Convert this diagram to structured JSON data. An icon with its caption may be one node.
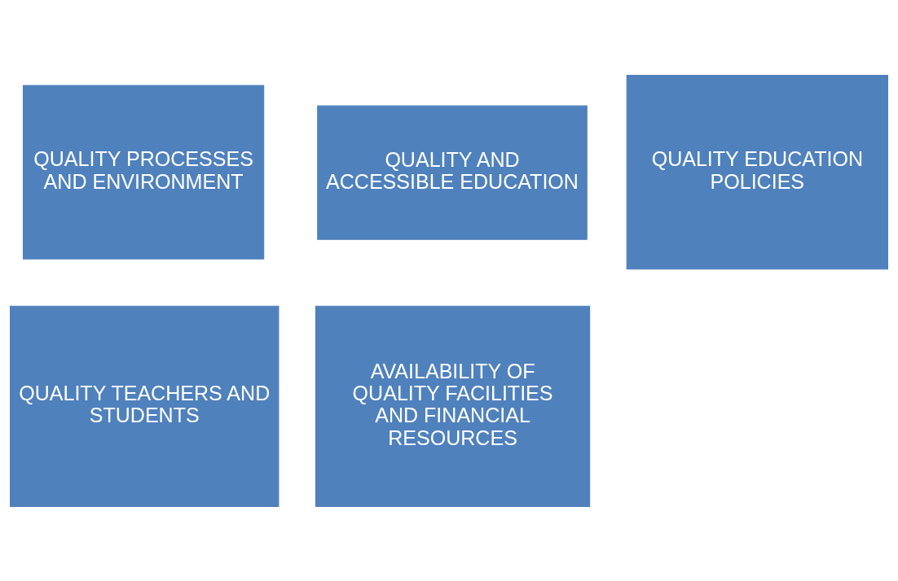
{
  "diagram": {
    "nodes": [
      {
        "text": [
          "QUALITY PROCESSES AND ENVIRONMENT"
        ]
      },
      {
        "text": [
          "QUALITY EDUCATION POLICIES"
        ]
      },
      {
        "text": [
          "QUALITY AND ACCESSIBLE EDUCATION"
        ]
      },
      {
        "text": [
          "QUALITY TEACHERS AND STUDENTS"
        ]
      },
      {
        "text": [
          "AVAILABILITY OF QUALITY FACILITIES AND FINANCIAL RESOURCES"
        ]
      }
    ]
  }
}
